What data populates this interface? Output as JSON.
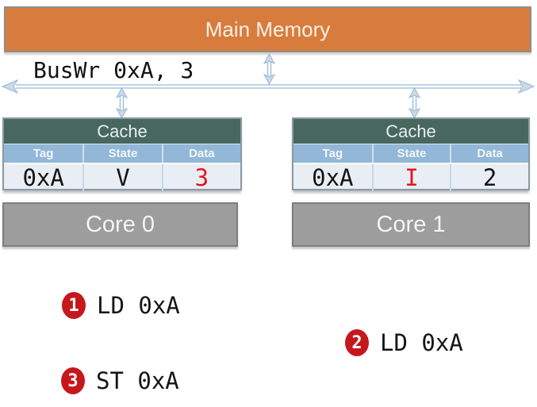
{
  "memory": {
    "label": "Main Memory"
  },
  "bus": {
    "label": "BusWr 0xA, 3"
  },
  "caches": [
    {
      "title": "Cache",
      "columns": [
        "Tag",
        "State",
        "Data"
      ],
      "row": {
        "tag": "0xA",
        "state": "V",
        "data": "3"
      },
      "row_colors": {
        "tag": "#141414",
        "state": "#141414",
        "data": "#e8141a"
      },
      "core_label": "Core 0"
    },
    {
      "title": "Cache",
      "columns": [
        "Tag",
        "State",
        "Data"
      ],
      "row": {
        "tag": "0xA",
        "state": "I",
        "data": "2"
      },
      "row_colors": {
        "tag": "#141414",
        "state": "#e8141a",
        "data": "#141414"
      },
      "core_label": "Core 1"
    }
  ],
  "events": [
    {
      "num": "1",
      "label": "LD 0xA"
    },
    {
      "num": "2",
      "label": "LD 0xA"
    },
    {
      "num": "3",
      "label": "ST 0xA"
    }
  ],
  "colors": {
    "memory_fill": "#d87c3e",
    "cache_header_green": "#47675f",
    "column_header_blue": "#93b7d7",
    "row_background": "#e9eef5",
    "core_fill": "#9d9d9d",
    "highlight_red": "#e8141a",
    "badge_red": "#c5181d",
    "arrow_blue": "#a9c4db"
  }
}
